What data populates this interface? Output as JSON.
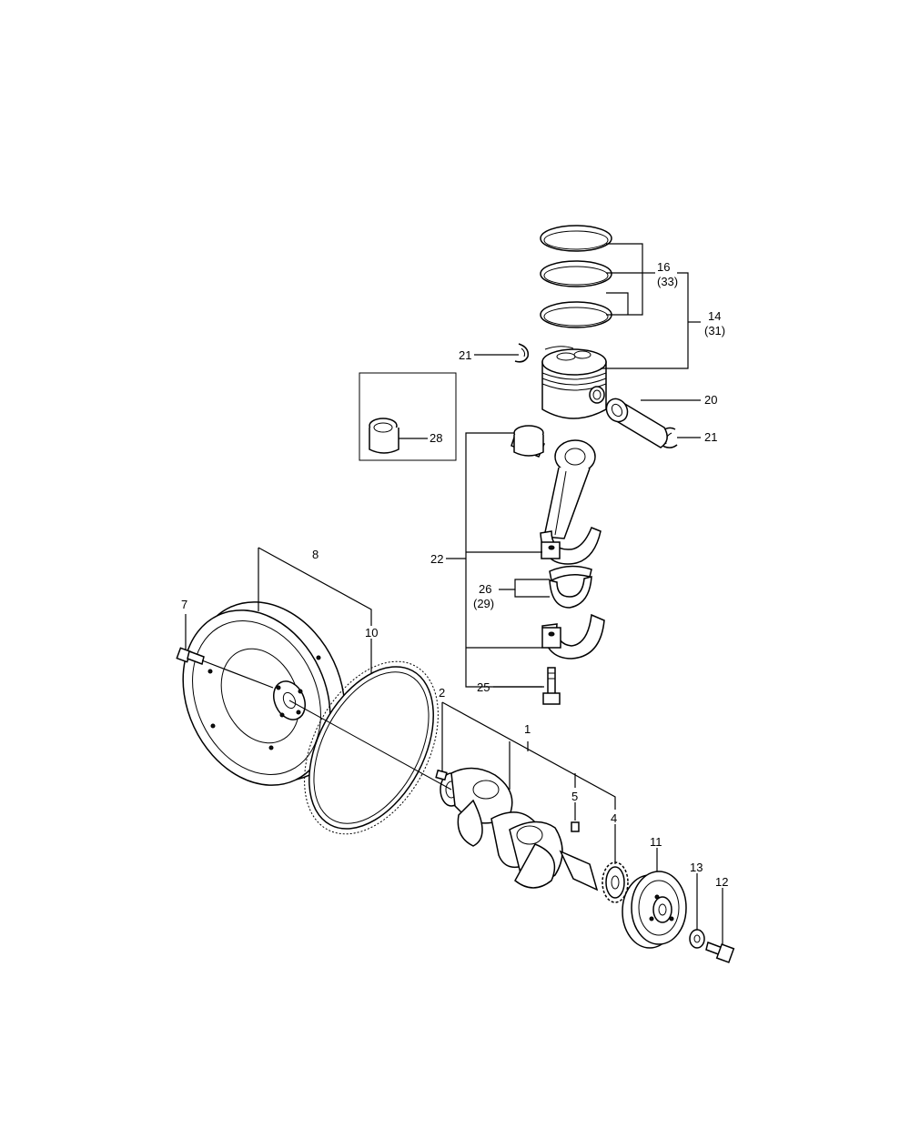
{
  "callouts": {
    "p1": "1",
    "p2": "2",
    "p4": "4",
    "p5": "5",
    "p7": "7",
    "p8": "8",
    "p10": "10",
    "p11": "11",
    "p12": "12",
    "p13": "13",
    "p14": "14",
    "p14_alt": "(31)",
    "p16": "16",
    "p16_alt": "(33)",
    "p20": "20",
    "p21_left": "21",
    "p21_right": "21",
    "p22": "22",
    "p25": "25",
    "p26": "26",
    "p26_alt": "(29)",
    "p28": "28"
  }
}
